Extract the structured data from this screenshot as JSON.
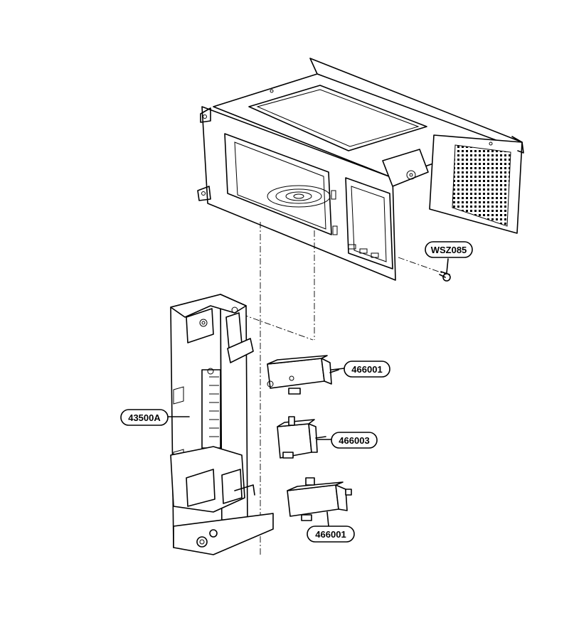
{
  "parts": [
    {
      "id": "cabinet",
      "label": "WSZ085"
    },
    {
      "id": "switch-top",
      "label": "466001"
    },
    {
      "id": "switch-middle",
      "label": "466003"
    },
    {
      "id": "switch-bottom",
      "label": "466001"
    },
    {
      "id": "latch-board",
      "label": "43500A"
    }
  ]
}
